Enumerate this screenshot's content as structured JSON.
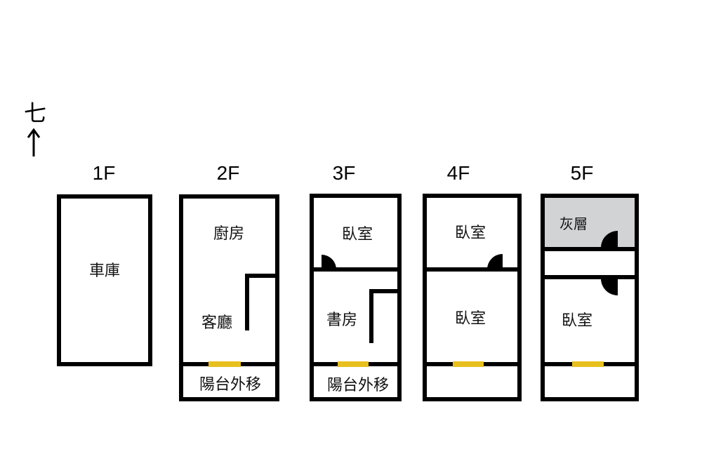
{
  "compass": {
    "label": "七",
    "arrow": "north-arrow-icon"
  },
  "colors": {
    "wall": "#000000",
    "window": "#e8c01e",
    "gray_area": "#d2d3d5"
  },
  "floors": [
    {
      "label": "1F",
      "rooms": [
        "車庫"
      ]
    },
    {
      "label": "2F",
      "rooms": [
        "廚房",
        "客廳",
        "陽台外移"
      ]
    },
    {
      "label": "3F",
      "rooms": [
        "臥室",
        "書房",
        "陽台外移"
      ]
    },
    {
      "label": "4F",
      "rooms": [
        "臥室",
        "臥室"
      ]
    },
    {
      "label": "5F",
      "rooms": [
        "灰層",
        "臥室"
      ]
    }
  ]
}
